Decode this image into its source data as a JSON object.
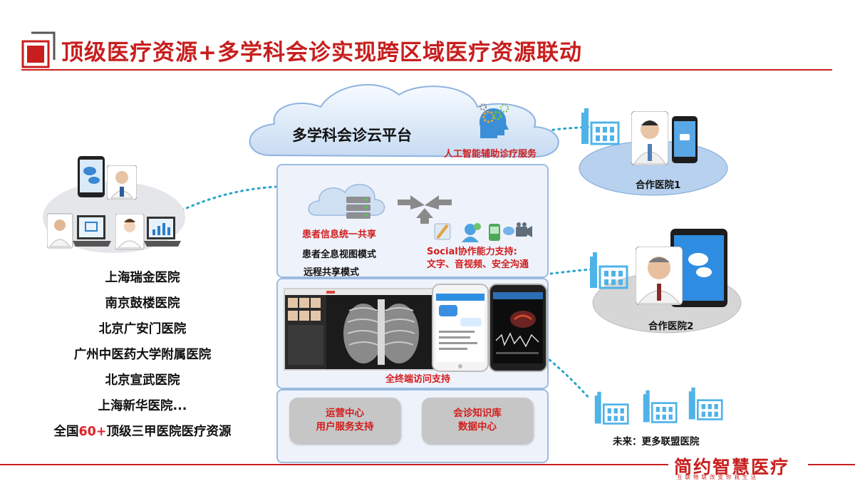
{
  "header": {
    "title": "顶级医疗资源+多学科会诊实现跨区域医疗资源联动"
  },
  "platform": {
    "cloud_title": "多学科会诊云平台",
    "ai_service": "人工智能辅助诊疗服务",
    "share_title": "患者信息统一共享",
    "mode1": "患者全息视图模式",
    "mode2": "远程共享模式",
    "social_title": "Social协作能力支持:",
    "social_items": "文字、音视频、安全沟通",
    "terminal_label": "全终端访问支持",
    "ops_line1": "运营中心",
    "ops_line2": "用户服务支持",
    "kb_line1": "会诊知识库",
    "kb_line2": "数据中心"
  },
  "hospitals": {
    "items": [
      "上海瑞金医院",
      "南京鼓楼医院",
      "北京广安门医院",
      "广州中医药大学附属医院",
      "北京宣武医院",
      "上海新华医院..."
    ],
    "national_prefix": "全国",
    "national_num": "60+",
    "national_suffix": "顶级三甲医院医疗资源"
  },
  "partners": {
    "p1": "合作医院1",
    "p2": "合作医院2",
    "future": "未来：更多联盟医院"
  },
  "brand": {
    "name": "简约智慧医疗",
    "tagline": "互联物联改变你我生活"
  },
  "colors": {
    "accent_red": "#c81e1e",
    "panel_border": "#9dbbe2",
    "cloud_blue": "#8fb3e0",
    "building_blue": "#4fb3e8",
    "dotted_teal": "#2aa6c9"
  }
}
